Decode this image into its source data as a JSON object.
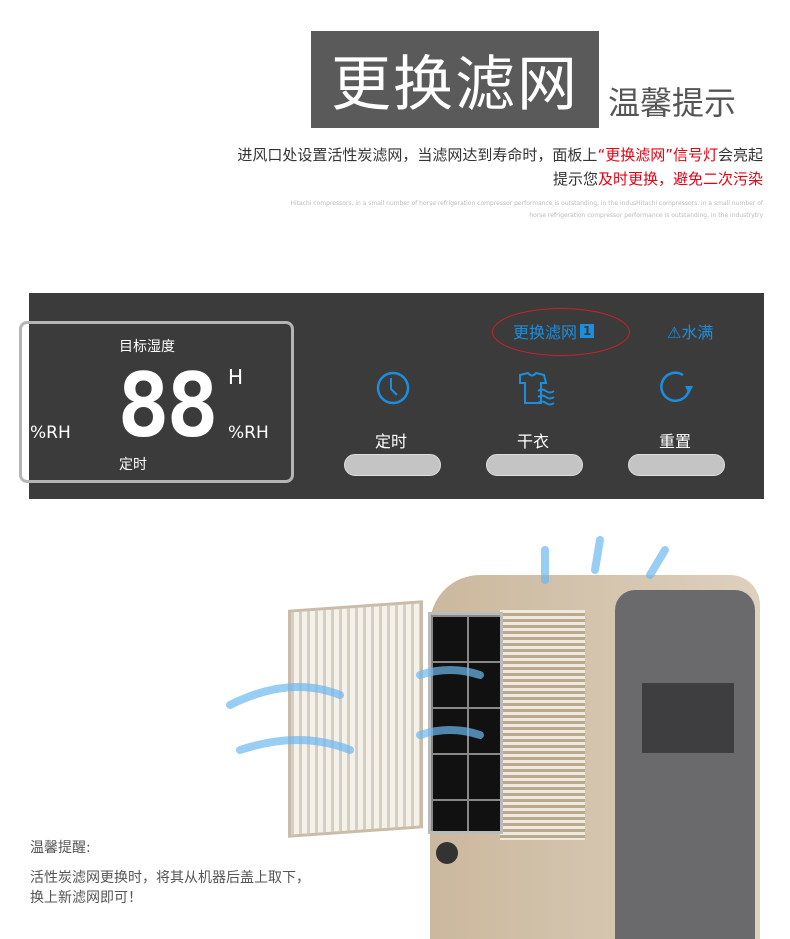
{
  "header": {
    "title": "更换滤网",
    "subtitle": "温馨提示"
  },
  "description": {
    "line1_a": "进风口处设置活性炭滤网，当滤网达到寿命时，面板上",
    "line1_red": "“更换滤网”信号灯",
    "line1_b": "会亮起",
    "line2_a": "提示您",
    "line2_red1": "及时更换",
    "line2_b": "，",
    "line2_red2": "避免二次污染"
  },
  "english_filler": [
    "Hitachi compressors, in a small number of horse refrigeration compressor performance is outstanding, in the indusHitachi compressors, in a small number of",
    "horse refrigeration compressor performance is outstanding, in the industrytry"
  ],
  "panel": {
    "target_humidity_label": "目标湿度",
    "digits": "88",
    "hour_unit": "H",
    "rh_unit": "%RH",
    "rh_unit_left": "%RH",
    "timer_sub": "定时",
    "filter_indicator": "更换滤网",
    "filter_badge": "1",
    "water_full": "水满",
    "buttons": [
      {
        "label": "定时",
        "icon": "clock-icon"
      },
      {
        "label": "干衣",
        "icon": "shirt-dry-icon"
      },
      {
        "label": "重置",
        "icon": "reset-icon"
      }
    ],
    "colors": {
      "accent_blue": "#1a8fe0",
      "highlight_circle": "#d0202a",
      "panel_bg": "#3b3b3b"
    }
  },
  "tip": {
    "title": "温馨提醒:",
    "line1": "活性炭滤网更换时，将其从机器后盖上取下，",
    "line2": "换上新滤网即可！"
  }
}
